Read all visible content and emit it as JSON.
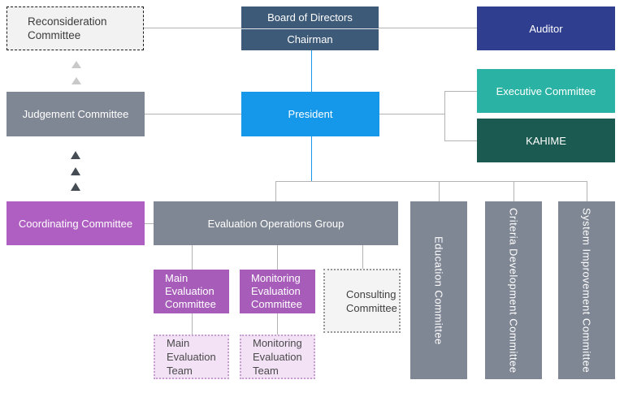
{
  "diagram": {
    "type": "org-chart",
    "nodes": {
      "reconsideration_committee": {
        "label": "Reconsideration Committee"
      },
      "board_of_directors": {
        "label": "Board of Directors"
      },
      "chairman": {
        "label": "Chairman"
      },
      "auditor": {
        "label": "Auditor"
      },
      "judgement_committee": {
        "label": "Judgement Committee"
      },
      "president": {
        "label": "President"
      },
      "executive_committee": {
        "label": "Executive Committee"
      },
      "kahime": {
        "label": "KAHIME"
      },
      "coordinating_committee": {
        "label": "Coordinating Committee"
      },
      "evaluation_operations_group": {
        "label": "Evaluation Operations Group"
      },
      "main_evaluation_committee": {
        "label": "Main Evaluation Committee"
      },
      "monitoring_evaluation_committee": {
        "label": "Monitoring Evaluation Committee"
      },
      "consulting_committee": {
        "label": "Consulting Committee"
      },
      "main_evaluation_team": {
        "label": "Main Evaluation Team"
      },
      "monitoring_evaluation_team": {
        "label": "Monitoring Evaluation Team"
      },
      "education_committee": {
        "label": "Education Committee"
      },
      "criteria_development_committee": {
        "label": "Criteria Development Committee"
      },
      "system_improvement_committee": {
        "label": "System Improvement Committee"
      }
    },
    "edges": [
      {
        "from": "reconsideration_committee",
        "to": "board_of_directors"
      },
      {
        "from": "board_of_directors",
        "to": "auditor"
      },
      {
        "from": "chairman",
        "to": "president"
      },
      {
        "from": "judgement_committee",
        "to": "president"
      },
      {
        "from": "president",
        "to": "executive_committee"
      },
      {
        "from": "president",
        "to": "kahime"
      },
      {
        "from": "president",
        "to": "evaluation_operations_group"
      },
      {
        "from": "president",
        "to": "education_committee"
      },
      {
        "from": "president",
        "to": "criteria_development_committee"
      },
      {
        "from": "president",
        "to": "system_improvement_committee"
      },
      {
        "from": "coordinating_committee",
        "to": "evaluation_operations_group"
      },
      {
        "from": "evaluation_operations_group",
        "to": "main_evaluation_committee"
      },
      {
        "from": "evaluation_operations_group",
        "to": "monitoring_evaluation_committee"
      },
      {
        "from": "evaluation_operations_group",
        "to": "consulting_committee"
      },
      {
        "from": "main_evaluation_committee",
        "to": "main_evaluation_team"
      },
      {
        "from": "monitoring_evaluation_committee",
        "to": "monitoring_evaluation_team"
      }
    ],
    "arrows": {
      "light_up_triangles_judgement_to_reconsideration": 2,
      "dark_up_triangles_coordinating_to_judgement": 3
    }
  },
  "palette": {
    "steel": "#3d5a78",
    "navy": "#2f3e8e",
    "teal": "#2ab3a5",
    "darkteal": "#1b5a50",
    "blue": "#1598e9",
    "gray": "#808794",
    "purple": "#a85cba",
    "purple2": "#af5fc1",
    "lavender": "#f3e1f6",
    "lavborder": "#c49fd0",
    "light": "#f2f2f2",
    "lighter": "#f4f4f4",
    "line": "#b3b3b3",
    "divider": "#dfe5ea",
    "trilight": "#c9c9c9",
    "tridark": "#454c54"
  }
}
